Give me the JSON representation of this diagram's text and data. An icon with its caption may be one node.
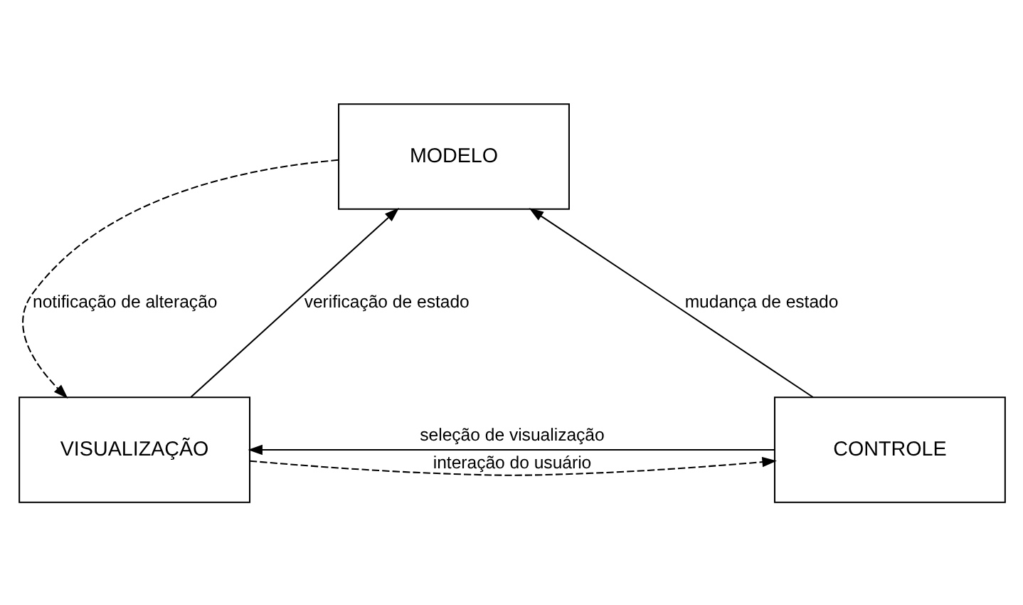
{
  "diagram": {
    "nodes": [
      {
        "text": [
          "MODELO"
        ]
      },
      {
        "text": [
          "VISUALIZAÇÃO"
        ]
      },
      {
        "text": [
          "CONTROLE"
        ]
      }
    ],
    "edges": [
      {
        "from": 1,
        "to": 0,
        "arrow": "to",
        "label": "verificação de estado"
      },
      {
        "from": 0,
        "to": 1,
        "arrow": "to",
        "label": "notificação de alteração",
        "style": "dashed"
      },
      {
        "from": 2,
        "to": 0,
        "arrow": "to",
        "label": "mudança de estado"
      },
      {
        "from": 2,
        "to": 1,
        "arrow": "to",
        "label": "seleção de visualização"
      },
      {
        "from": 1,
        "to": 2,
        "arrow": "to",
        "label": "interação do usuário",
        "style": "dashed"
      }
    ]
  }
}
